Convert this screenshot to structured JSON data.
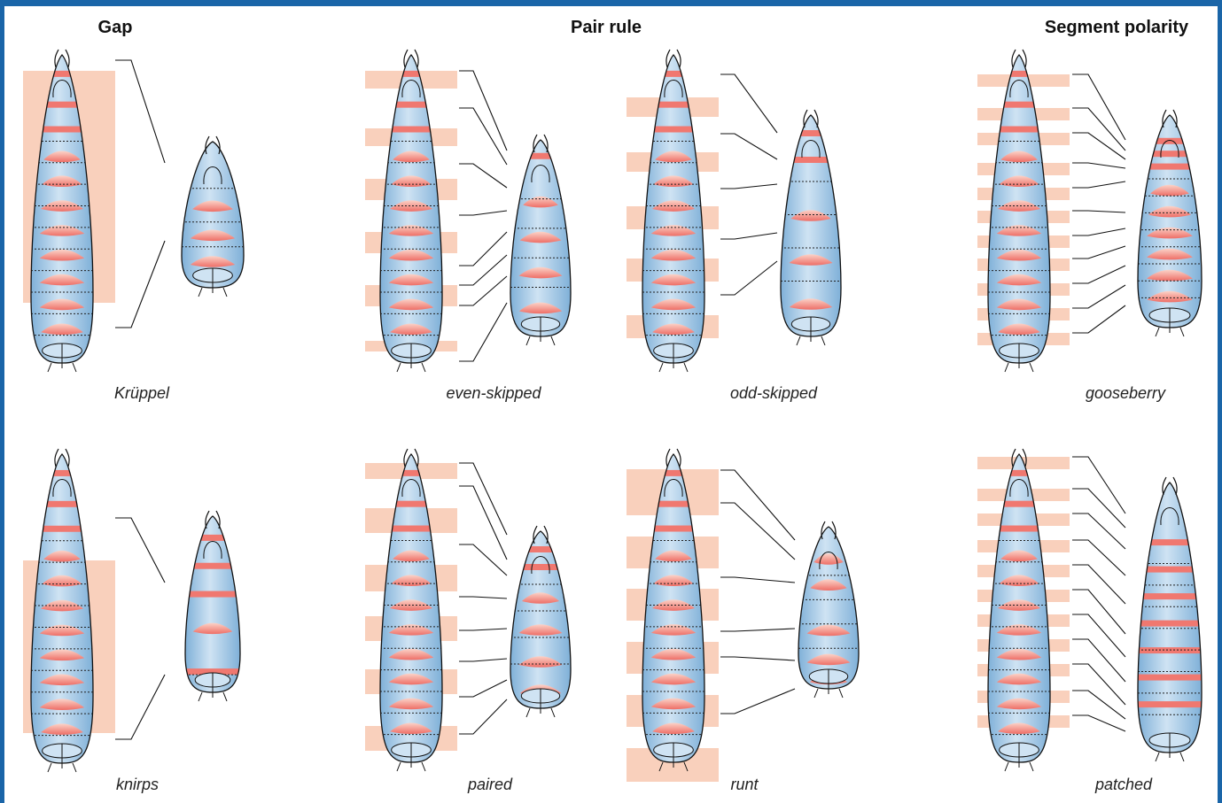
{
  "headings": {
    "gap": "Gap",
    "pair_rule": "Pair rule",
    "segment_polarity": "Segment polarity"
  },
  "genes": {
    "kruppel": "Krüppel",
    "knirps": "knirps",
    "even_skipped": "even-skipped",
    "odd_skipped": "odd-skipped",
    "paired": "paired",
    "runt": "runt",
    "gooseberry": "gooseberry",
    "patched": "patched"
  },
  "colors": {
    "frame": "#1a65a8",
    "body_fill": "#a9cbe6",
    "stripe": "#f07870",
    "shade": "#f8c8b0"
  }
}
